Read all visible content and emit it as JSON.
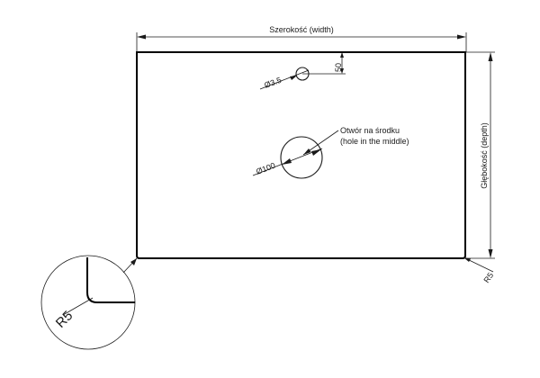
{
  "drawing": {
    "width_label": "Szerokość (width)",
    "depth_label": "Głębokość (depth)",
    "corner_radius_label": "R5",
    "detail_radius_label": "R5",
    "small_hole_label": "Ø3.5",
    "small_hole_offset_label": "50",
    "large_hole_label": "Ø100",
    "note_line1": "Otwór na środku",
    "note_line2": "(hole in the middle)"
  },
  "colors": {
    "line": "#1a1a1a",
    "outline": "#000000",
    "background": "#ffffff"
  }
}
